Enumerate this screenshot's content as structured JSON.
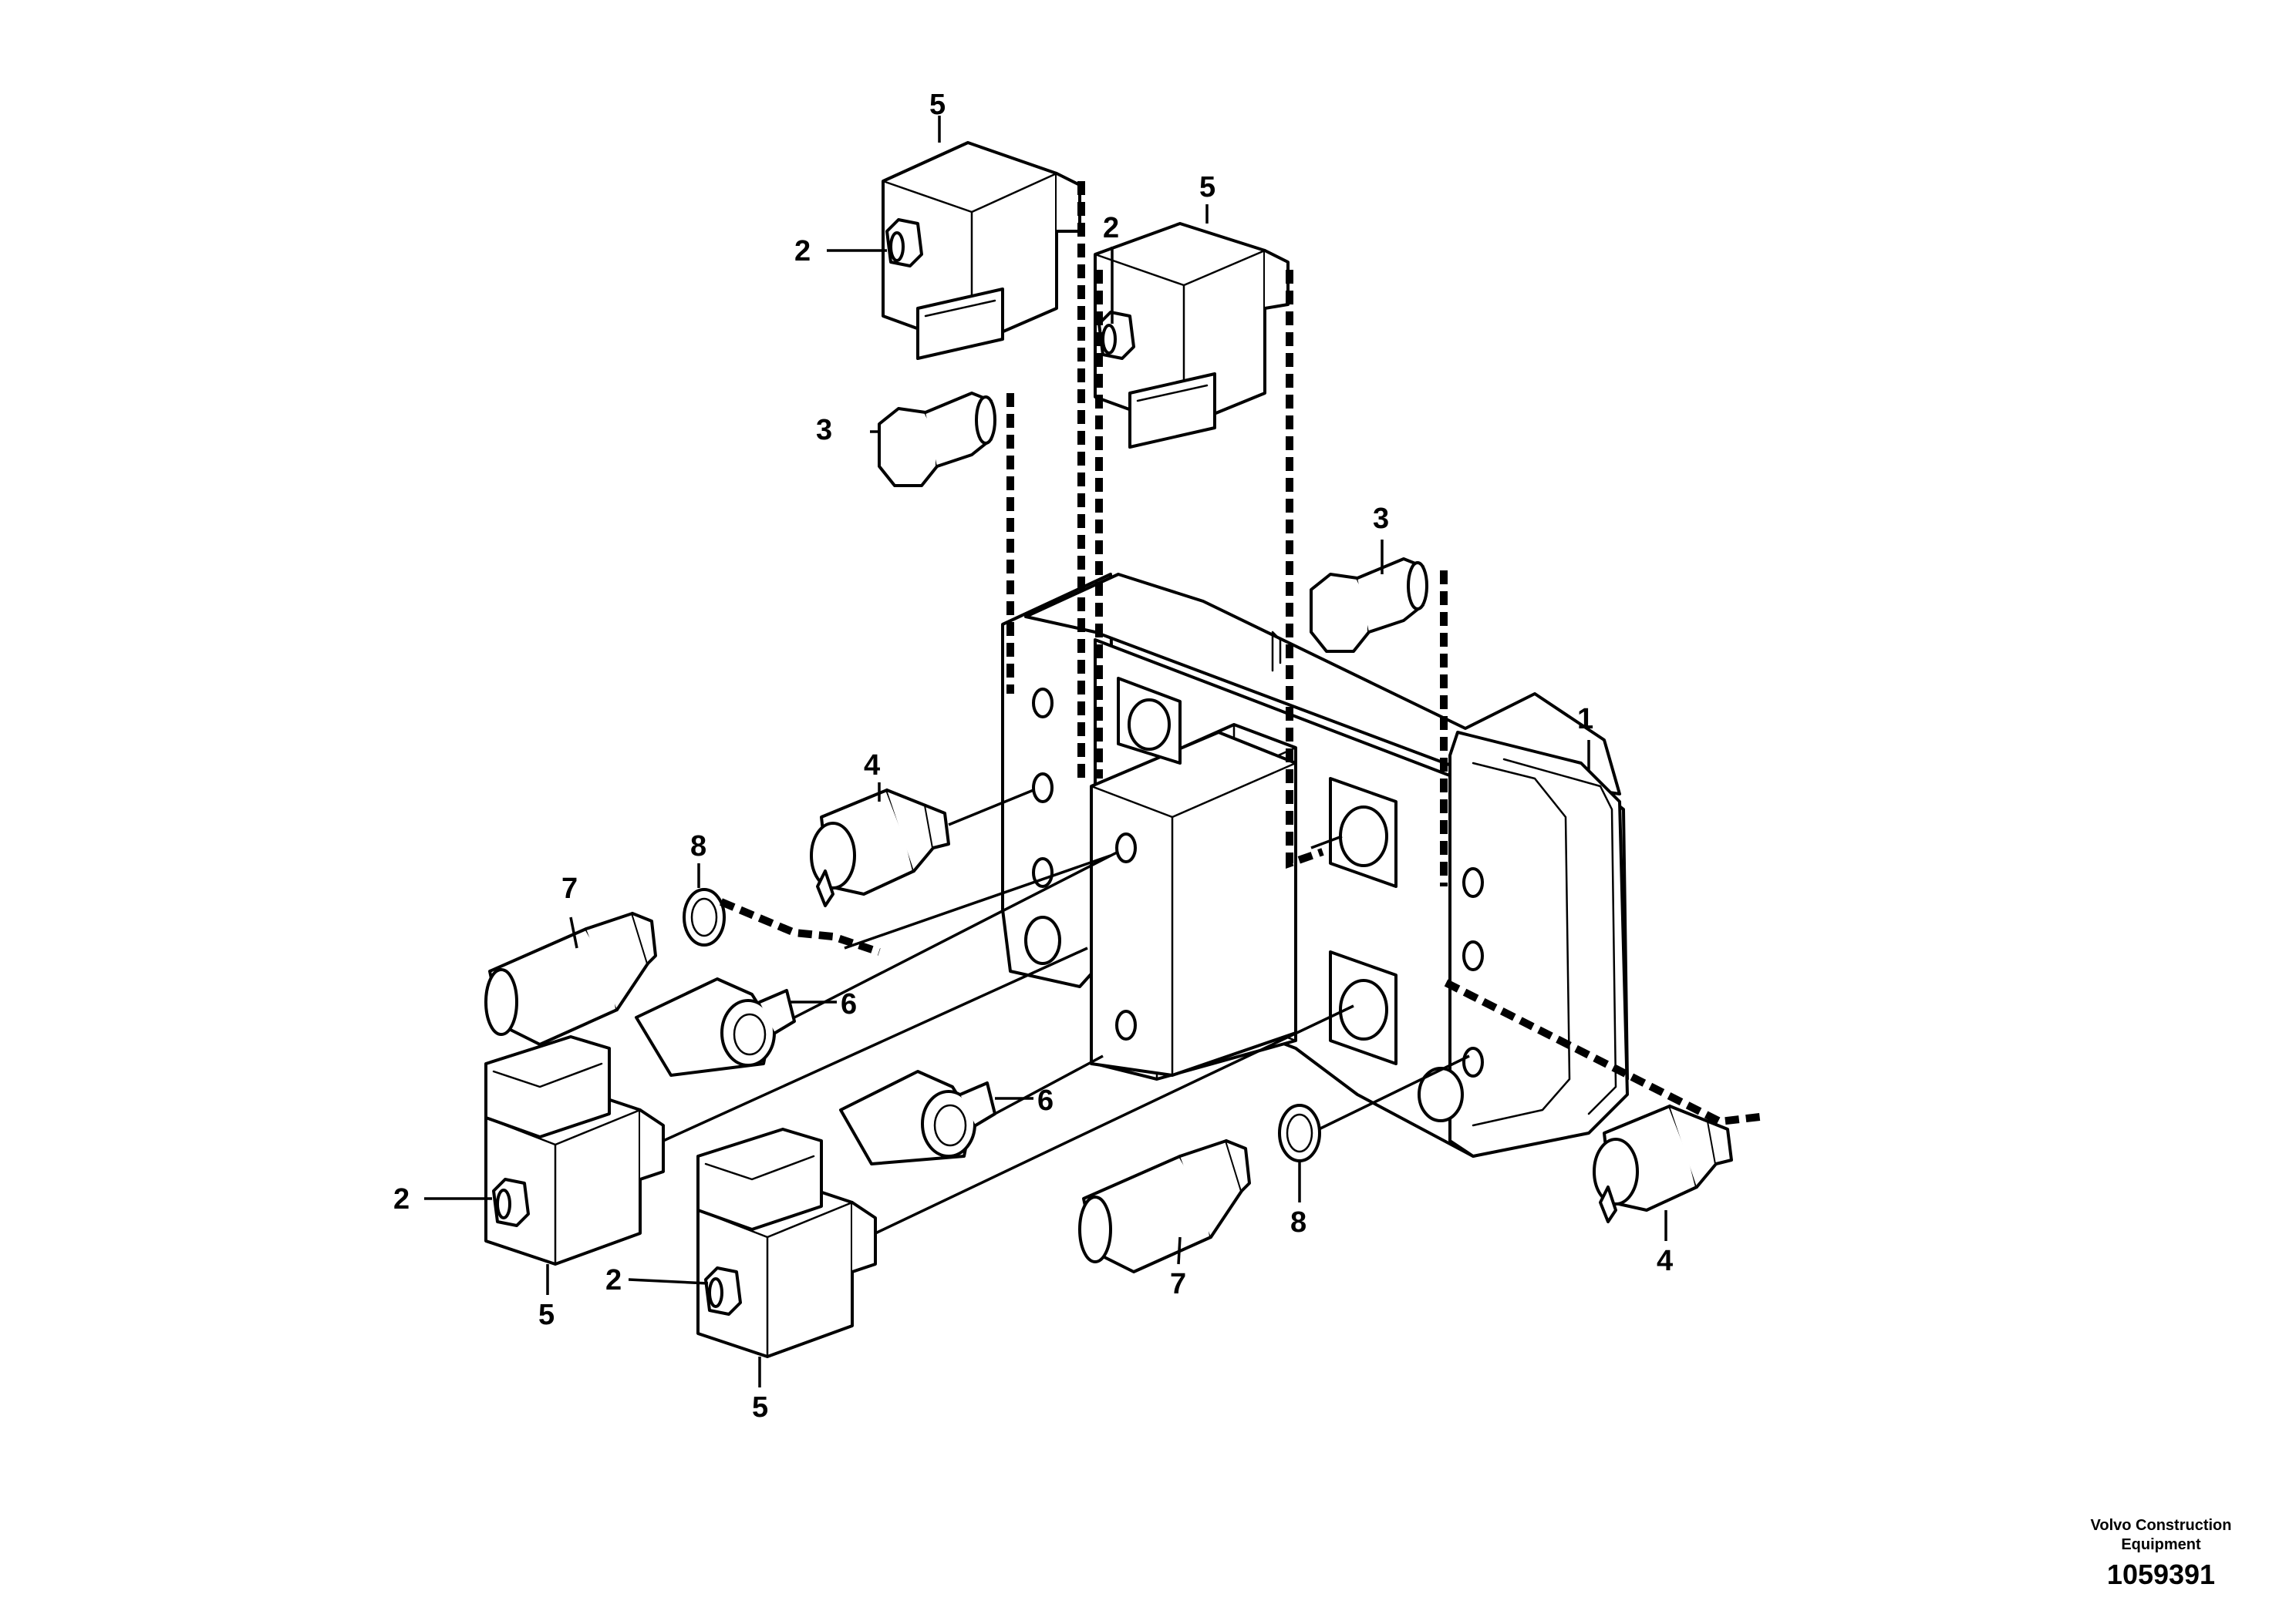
{
  "diagram": {
    "callouts": {
      "c1": "1",
      "c2": "2",
      "c3": "3",
      "c4": "4",
      "c5": "5",
      "c6": "6",
      "c7": "7",
      "c8": "8"
    },
    "credit": {
      "company_line1": "Volvo Construction",
      "company_line2": "Equipment",
      "drawing_number": "1059391"
    }
  }
}
